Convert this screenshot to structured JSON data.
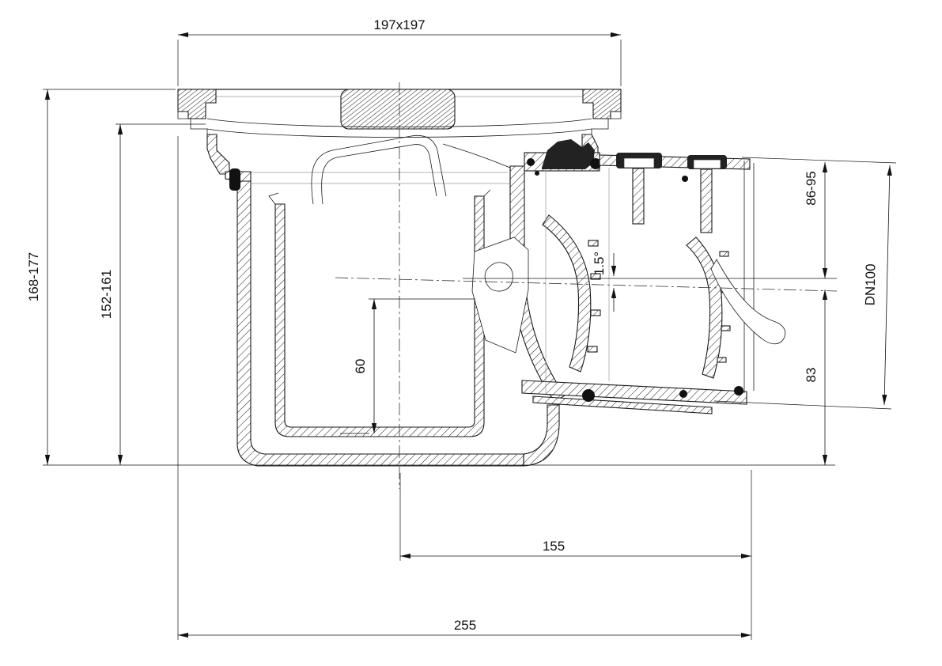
{
  "title": "floor-drain-cross-section",
  "colors": {
    "line": "#1a1a1a",
    "background": "#ffffff",
    "seal_fill": "#111111"
  },
  "dims": {
    "grate": "197x197",
    "total_height": "168-177",
    "body_height": "152-161",
    "trap_depth": "60",
    "axis_offset": "155",
    "length": "255",
    "inlet_height": "86-95",
    "outlet_bottom": "83",
    "pipe": "DN100",
    "slope": "1.5°"
  }
}
